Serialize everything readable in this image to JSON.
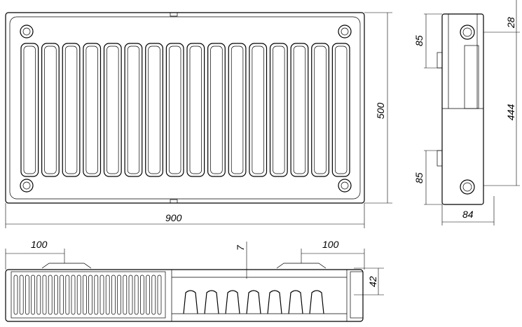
{
  "front_view": {
    "width_label": "900",
    "height_label": "500",
    "fin_count": 16
  },
  "side_view": {
    "top_offset_label": "85",
    "top_axis_label": "28",
    "axis_distance_label": "444",
    "bottom_offset_label": "85",
    "depth_label": "84"
  },
  "top_view": {
    "left_bracket_label": "100",
    "right_bracket_label": "100",
    "gap_label": "7",
    "connection_height_label": "42"
  }
}
